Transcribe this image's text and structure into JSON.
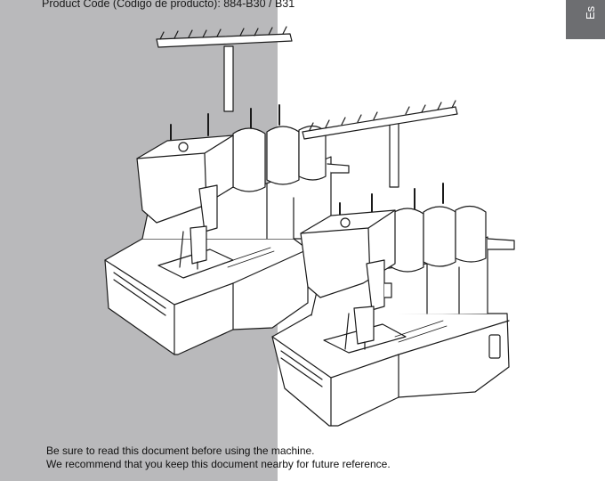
{
  "header": {
    "product_code": "Product Code (Código de producto): 884-B30 / B31"
  },
  "language_tab": {
    "label": "Es"
  },
  "illustration": {
    "subject": "sewing-machine-line-drawing"
  },
  "notes": {
    "line1": "Be sure to read this document before using the machine.",
    "line2": "We recommend that you keep this document nearby for future reference."
  },
  "colors": {
    "band": "#b9b9bb",
    "tab": "#6d6e71",
    "line": "#1a1a1a"
  }
}
